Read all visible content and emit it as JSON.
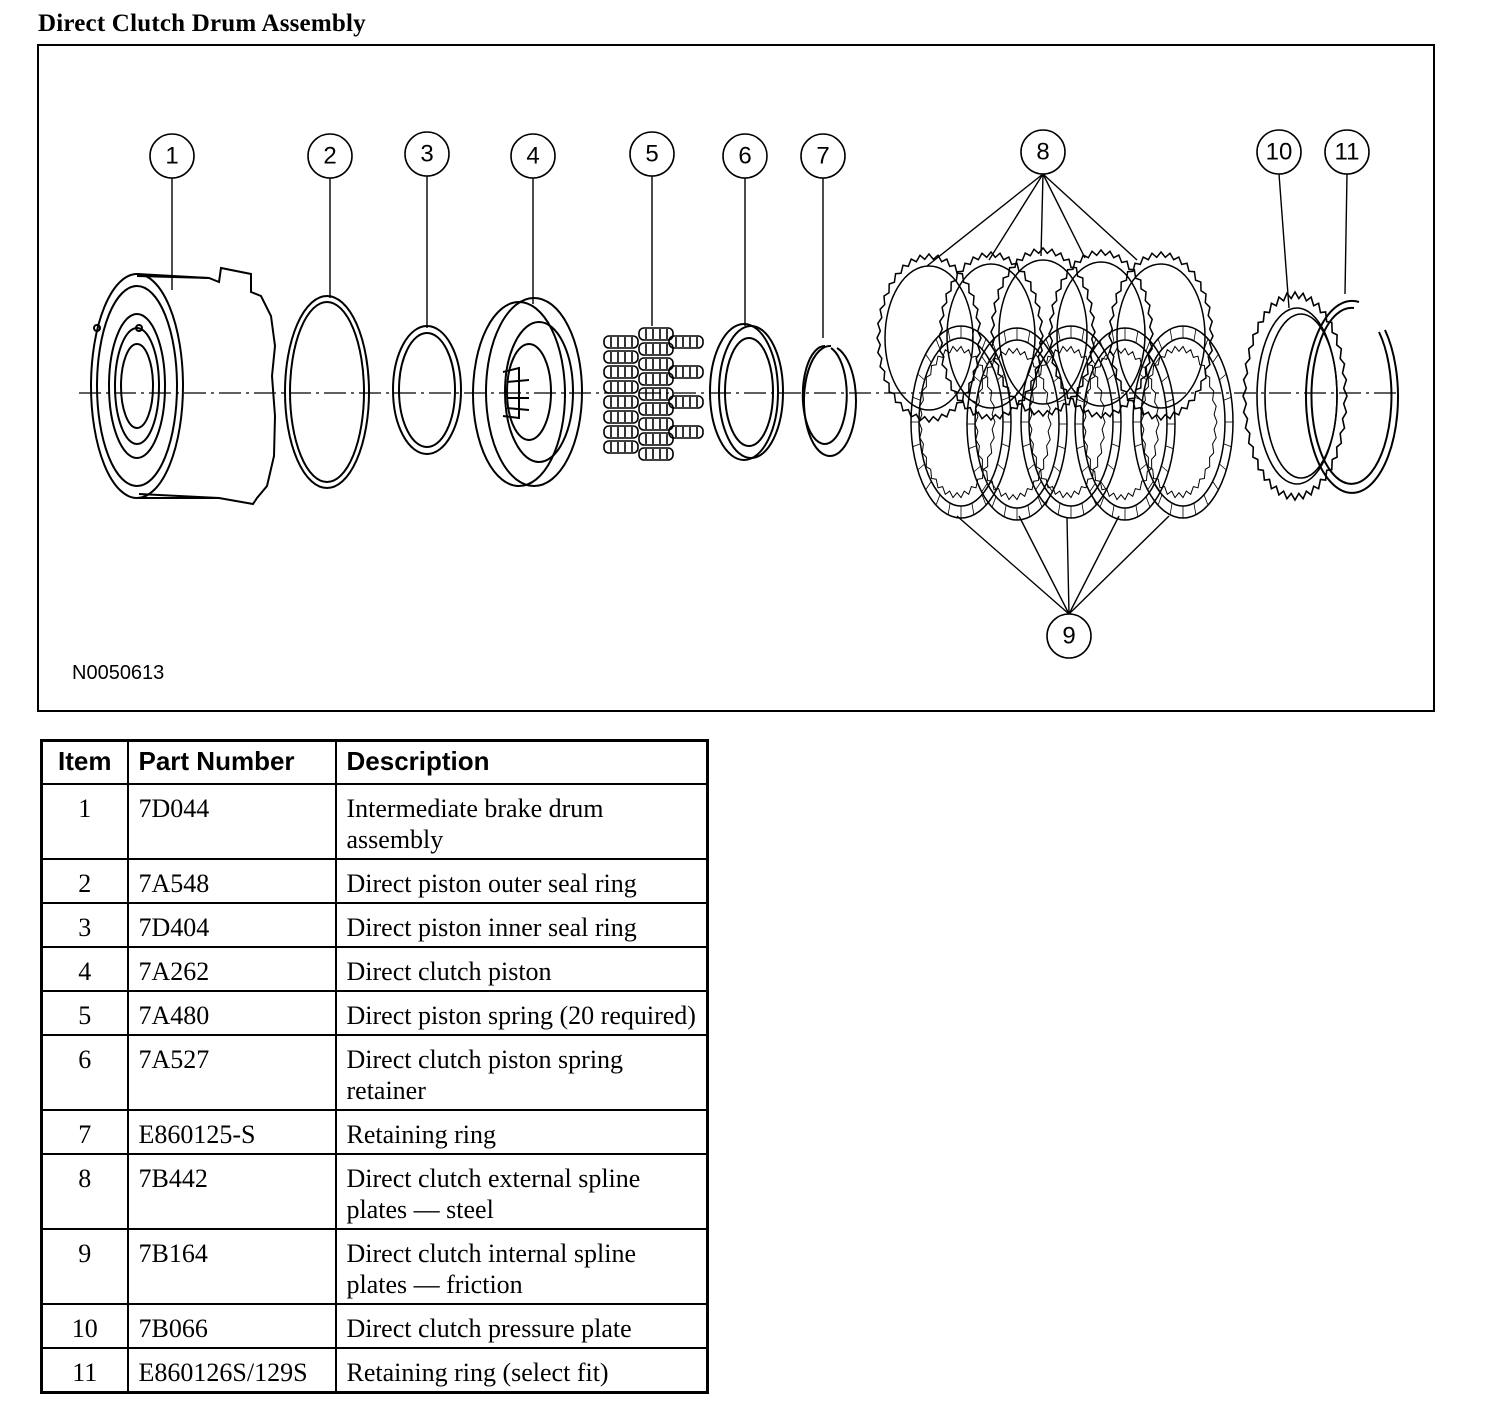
{
  "title": "Direct Clutch Drum Assembly",
  "figure": {
    "id": "N0050613",
    "callouts": [
      "1",
      "2",
      "3",
      "4",
      "5",
      "6",
      "7",
      "8",
      "9",
      "10",
      "11"
    ]
  },
  "table": {
    "headers": {
      "item": "Item",
      "part_number": "Part Number",
      "description": "Description"
    },
    "rows": [
      {
        "item": "1",
        "part_number": "7D044",
        "description": "Intermediate brake drum assembly"
      },
      {
        "item": "2",
        "part_number": "7A548",
        "description": "Direct piston outer seal ring"
      },
      {
        "item": "3",
        "part_number": "7D404",
        "description": "Direct piston inner seal ring"
      },
      {
        "item": "4",
        "part_number": "7A262",
        "description": "Direct clutch piston"
      },
      {
        "item": "5",
        "part_number": "7A480",
        "description": "Direct piston spring (20 required)"
      },
      {
        "item": "6",
        "part_number": "7A527",
        "description": "Direct clutch piston spring retainer"
      },
      {
        "item": "7",
        "part_number": "E860125-S",
        "description": "Retaining ring"
      },
      {
        "item": "8",
        "part_number": "7B442",
        "description": "Direct clutch external spline plates — steel"
      },
      {
        "item": "9",
        "part_number": "7B164",
        "description": "Direct clutch internal spline plates — friction"
      },
      {
        "item": "10",
        "part_number": "7B066",
        "description": "Direct clutch pressure plate"
      },
      {
        "item": "11",
        "part_number": "E860126S/129S",
        "description": "Retaining ring (select fit)"
      }
    ]
  }
}
